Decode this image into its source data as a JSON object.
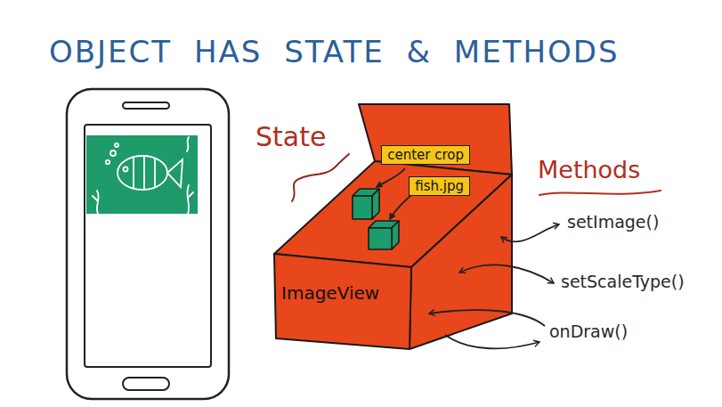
{
  "diagram": {
    "title": "OBJECT HAS STATE & METHODS",
    "nodes": [
      {
        "text": [
          "ImageView"
        ]
      },
      {
        "text": [
          "center crop"
        ],
        "in": 0
      },
      {
        "text": [
          "fish.jpg"
        ],
        "in": 0
      }
    ],
    "labels": [
      "State",
      "Methods",
      "setImage()",
      "setScaleType()",
      "onDraw()"
    ]
  }
}
